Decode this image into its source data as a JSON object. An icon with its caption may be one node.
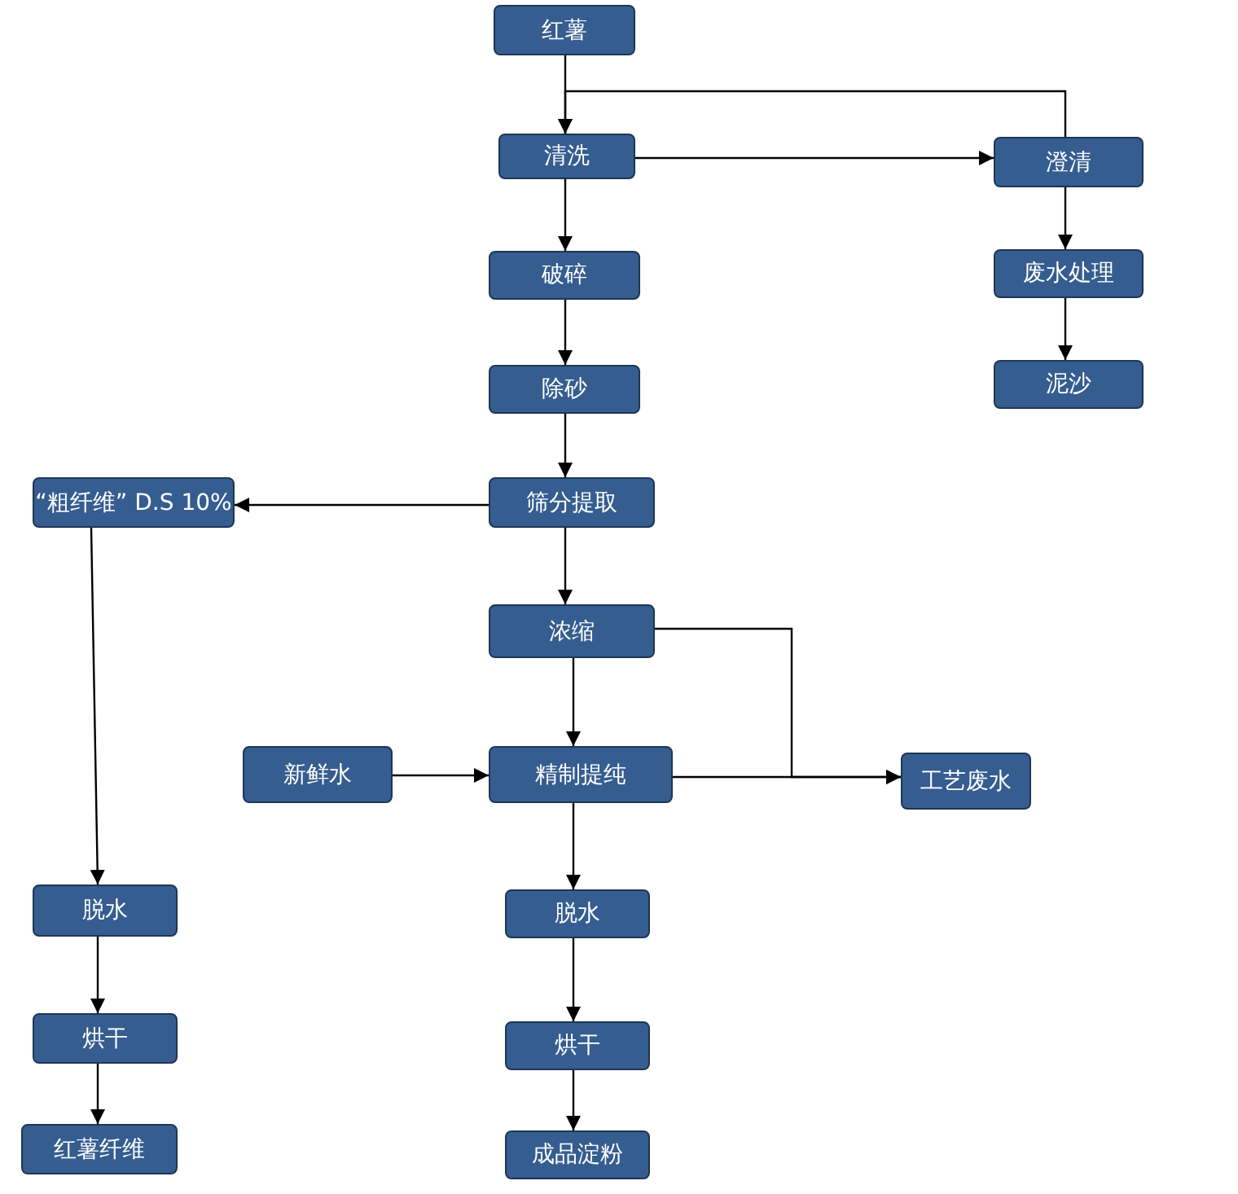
{
  "diagram": {
    "nodes": [
      {
        "text": [
          "红薯"
        ]
      },
      {
        "text": [
          "清洗"
        ]
      },
      {
        "text": [
          "澄清"
        ]
      },
      {
        "text": [
          "破碎"
        ]
      },
      {
        "text": [
          "废水处理"
        ]
      },
      {
        "text": [
          "除砂"
        ]
      },
      {
        "text": [
          "泥沙"
        ]
      },
      {
        "text": [
          "“粗纤维” D.S 10%"
        ]
      },
      {
        "text": [
          "筛分提取"
        ]
      },
      {
        "text": [
          "浓缩"
        ]
      },
      {
        "text": [
          "新鲜水"
        ]
      },
      {
        "text": [
          "精制提纯"
        ]
      },
      {
        "text": [
          "工艺废水"
        ]
      },
      {
        "text": [
          "脱水"
        ]
      },
      {
        "text": [
          "脱水"
        ]
      },
      {
        "text": [
          "烘干"
        ]
      },
      {
        "text": [
          "烘干"
        ]
      },
      {
        "text": [
          "红薯纤维"
        ]
      },
      {
        "text": [
          "成品淀粉"
        ]
      }
    ],
    "edges": [
      {
        "from": 0,
        "to": 1,
        "arrow": "to"
      },
      {
        "from": 1,
        "to": 2,
        "arrow": "to"
      },
      {
        "from": 2,
        "to": 1,
        "arrow": "to"
      },
      {
        "from": 1,
        "to": 3,
        "arrow": "to"
      },
      {
        "from": 2,
        "to": 4,
        "arrow": "to"
      },
      {
        "from": 3,
        "to": 5,
        "arrow": "to"
      },
      {
        "from": 4,
        "to": 6,
        "arrow": "to"
      },
      {
        "from": 5,
        "to": 8,
        "arrow": "to"
      },
      {
        "from": 8,
        "to": 7,
        "arrow": "to"
      },
      {
        "from": 8,
        "to": 9,
        "arrow": "to"
      },
      {
        "from": 9,
        "to": 11,
        "arrow": "to"
      },
      {
        "from": 9,
        "to": 12,
        "arrow": "to"
      },
      {
        "from": 10,
        "to": 11,
        "arrow": "to"
      },
      {
        "from": 11,
        "to": 12,
        "arrow": "to"
      },
      {
        "from": 11,
        "to": 14,
        "arrow": "to"
      },
      {
        "from": 7,
        "to": 13,
        "arrow": "to"
      },
      {
        "from": 13,
        "to": 15,
        "arrow": "to"
      },
      {
        "from": 15,
        "to": 17,
        "arrow": "to"
      },
      {
        "from": 14,
        "to": 16,
        "arrow": "to"
      },
      {
        "from": 16,
        "to": 18,
        "arrow": "to"
      }
    ]
  }
}
